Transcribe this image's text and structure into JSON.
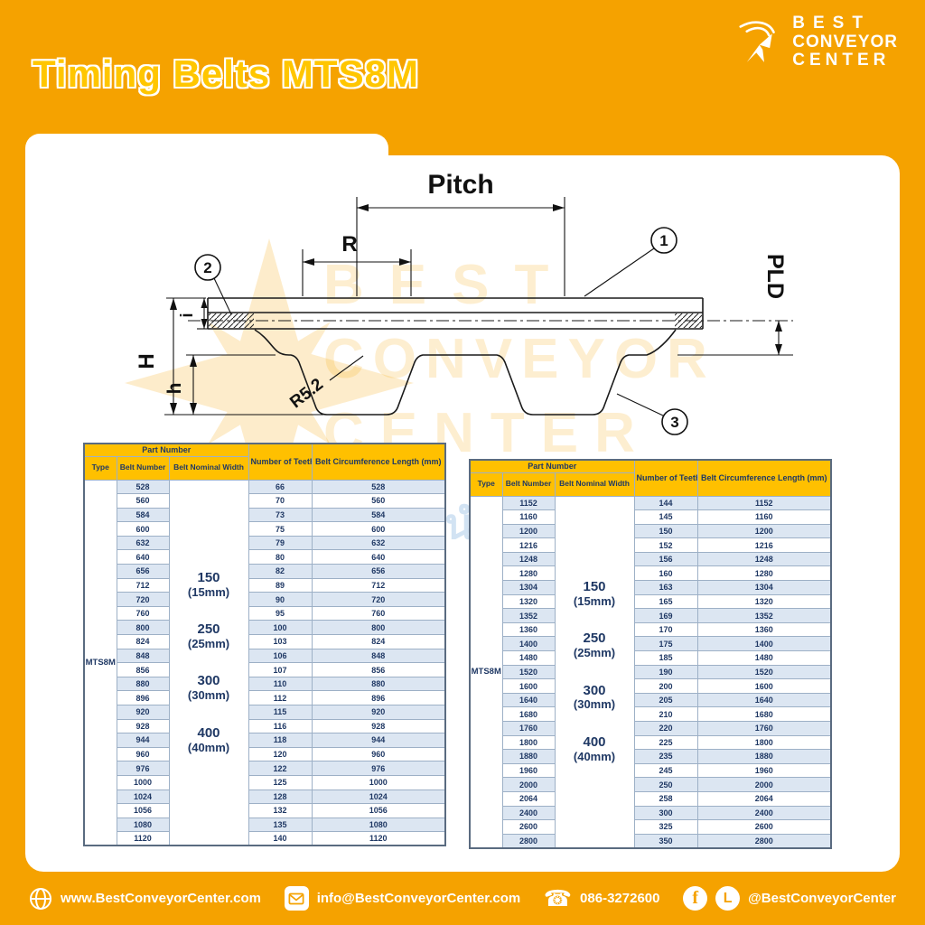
{
  "title": "Timing Belts MTS8M",
  "logo": {
    "line1": "BEST",
    "line2": "CONVEYOR",
    "line3": "CENTER"
  },
  "watermark": {
    "word1": "BEST",
    "word2": "CONVEYOR",
    "word3": "CENTER",
    "thai": "สินค้าโรงงาน แนะนำโดยวิศวกร"
  },
  "diagram": {
    "labels": {
      "pitch": "Pitch",
      "r": "R",
      "pld": "PLD",
      "H": "H",
      "h": "h",
      "i": "i",
      "radius": "R5.2"
    },
    "callouts": [
      "1",
      "2",
      "3"
    ]
  },
  "tables": {
    "headers": {
      "part_number": "Part Number",
      "type": "Type",
      "belt_number": "Belt Number",
      "nominal_width": "Belt Nominal Width",
      "teeth": "Number of Teeth",
      "length": "Belt Circumference Length (mm)"
    },
    "type_value": "MTS8M",
    "nominal_widths": [
      {
        "w": "150",
        "mm": "(15mm)"
      },
      {
        "w": "250",
        "mm": "(25mm)"
      },
      {
        "w": "300",
        "mm": "(30mm)"
      },
      {
        "w": "400",
        "mm": "(40mm)"
      }
    ],
    "left": {
      "rows": [
        [
          528,
          66,
          528
        ],
        [
          560,
          70,
          560
        ],
        [
          584,
          73,
          584
        ],
        [
          600,
          75,
          600
        ],
        [
          632,
          79,
          632
        ],
        [
          640,
          80,
          640
        ],
        [
          656,
          82,
          656
        ],
        [
          712,
          89,
          712
        ],
        [
          720,
          90,
          720
        ],
        [
          760,
          95,
          760
        ],
        [
          800,
          100,
          800
        ],
        [
          824,
          103,
          824
        ],
        [
          848,
          106,
          848
        ],
        [
          856,
          107,
          856
        ],
        [
          880,
          110,
          880
        ],
        [
          896,
          112,
          896
        ],
        [
          920,
          115,
          920
        ],
        [
          928,
          116,
          928
        ],
        [
          944,
          118,
          944
        ],
        [
          960,
          120,
          960
        ],
        [
          976,
          122,
          976
        ],
        [
          1000,
          125,
          1000
        ],
        [
          1024,
          128,
          1024
        ],
        [
          1056,
          132,
          1056
        ],
        [
          1080,
          135,
          1080
        ],
        [
          1120,
          140,
          1120
        ]
      ]
    },
    "right": {
      "rows": [
        [
          1152,
          144,
          1152
        ],
        [
          1160,
          145,
          1160
        ],
        [
          1200,
          150,
          1200
        ],
        [
          1216,
          152,
          1216
        ],
        [
          1248,
          156,
          1248
        ],
        [
          1280,
          160,
          1280
        ],
        [
          1304,
          163,
          1304
        ],
        [
          1320,
          165,
          1320
        ],
        [
          1352,
          169,
          1352
        ],
        [
          1360,
          170,
          1360
        ],
        [
          1400,
          175,
          1400
        ],
        [
          1480,
          185,
          1480
        ],
        [
          1520,
          190,
          1520
        ],
        [
          1600,
          200,
          1600
        ],
        [
          1640,
          205,
          1640
        ],
        [
          1680,
          210,
          1680
        ],
        [
          1760,
          220,
          1760
        ],
        [
          1800,
          225,
          1800
        ],
        [
          1880,
          235,
          1880
        ],
        [
          1960,
          245,
          1960
        ],
        [
          2000,
          250,
          2000
        ],
        [
          2064,
          258,
          2064
        ],
        [
          2400,
          300,
          2400
        ],
        [
          2600,
          325,
          2600
        ],
        [
          2800,
          350,
          2800
        ]
      ]
    }
  },
  "footer": {
    "website": "www.BestConveyorCenter.com",
    "email": "info@BestConveyorCenter.com",
    "phone": "086-3272600",
    "social": "@BestConveyorCenter",
    "phone_glyph": "☎",
    "facebook_glyph": "f",
    "line_glyph": "L"
  },
  "colors": {
    "background": "#F5A200",
    "table_header": "#FFC000",
    "navy": "#1F3864",
    "row_alt": "#DCE6F2"
  }
}
